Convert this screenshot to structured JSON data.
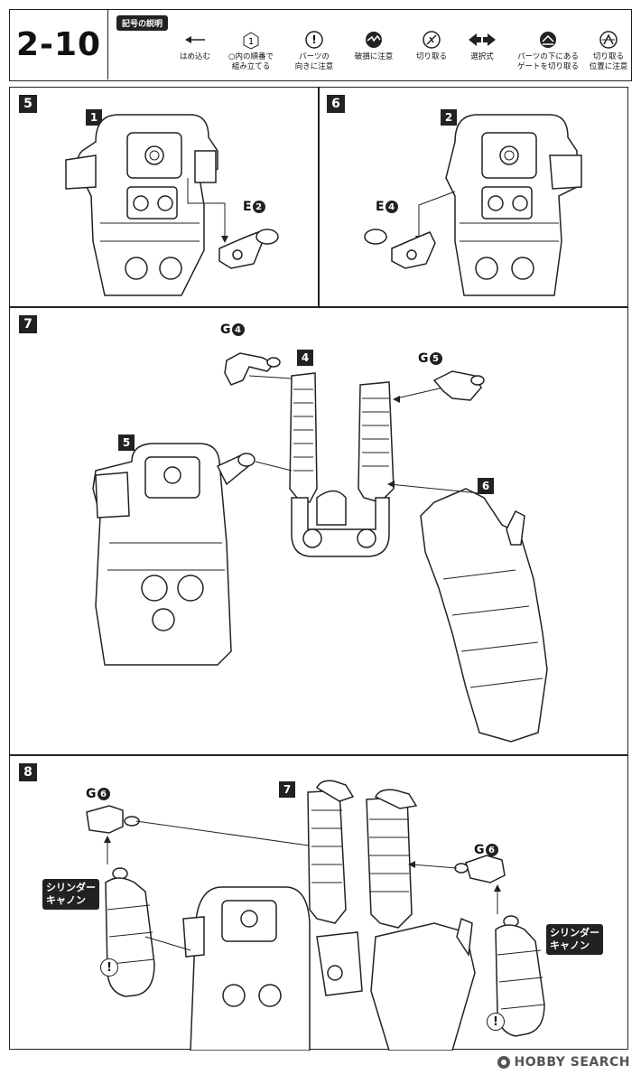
{
  "step": "2-10",
  "legend_title": "記号の説明",
  "legend": [
    {
      "icon": "arrow-left-icon",
      "text": "はめ込む"
    },
    {
      "icon": "circled-number-icon",
      "symbol": "1",
      "text": "○内の順番で\n組み立てる"
    },
    {
      "icon": "exclamation-icon",
      "text": "パーツの\n向きに注意"
    },
    {
      "icon": "breakage-icon",
      "text": "破損に注意"
    },
    {
      "icon": "cut-icon",
      "text": "切り取る"
    },
    {
      "icon": "double-arrow-icon",
      "text": "選択式"
    },
    {
      "icon": "gate-cut-icon",
      "text": "パーツの下にある\nゲートを切り取る"
    },
    {
      "icon": "cut-position-icon",
      "text": "切り取る\n位置に注意"
    }
  ],
  "panels": {
    "p5": {
      "number": "5",
      "sub": "1",
      "part": "E",
      "part_num": "2"
    },
    "p6": {
      "number": "6",
      "sub": "2",
      "part": "E",
      "part_num": "4"
    },
    "p7": {
      "number": "7",
      "g4_part": "G",
      "g4_num": "4",
      "g5_part": "G",
      "g5_num": "5",
      "tag4": "4",
      "tag5": "5",
      "tag6": "6"
    },
    "p8": {
      "number": "8",
      "tag7": "7",
      "g6_part": "G",
      "g6_num": "6",
      "cylinder_label": "シリンダー\nキャノン",
      "warn": "!"
    }
  },
  "watermark": "HOBBY SEARCH",
  "colors": {
    "ink": "#222222",
    "paper": "#ffffff"
  }
}
